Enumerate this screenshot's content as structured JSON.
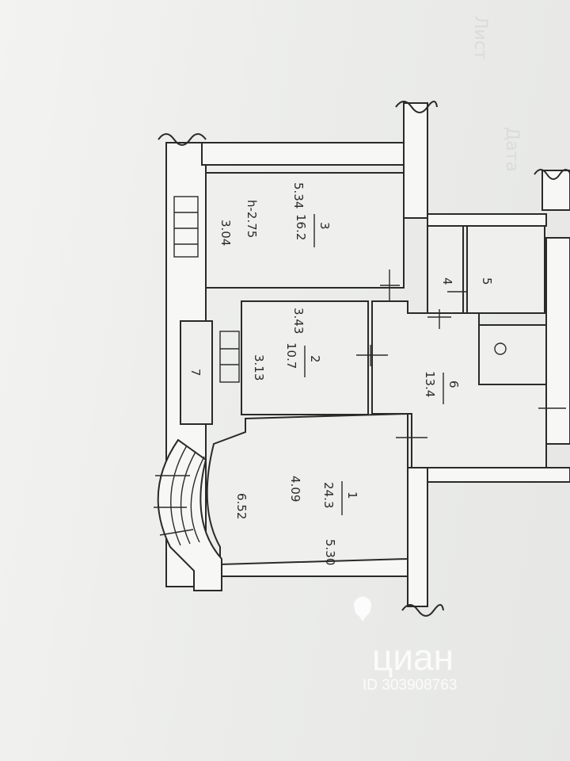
{
  "rooms": [
    {
      "id": "1",
      "area": "24.3",
      "width": "4.09",
      "length": "6.52",
      "extra": "5.30"
    },
    {
      "id": "2",
      "area": "10.7",
      "width": "3.13",
      "length": "3.43"
    },
    {
      "id": "3",
      "area": "16.2",
      "width": "3.04",
      "length": "5.34",
      "height": "h-2.75"
    },
    {
      "id": "4"
    },
    {
      "id": "5"
    },
    {
      "id": "6",
      "area": "13.4"
    },
    {
      "id": "7"
    }
  ],
  "watermark": {
    "brand": "циан",
    "listing_id": "ID 303908763"
  }
}
